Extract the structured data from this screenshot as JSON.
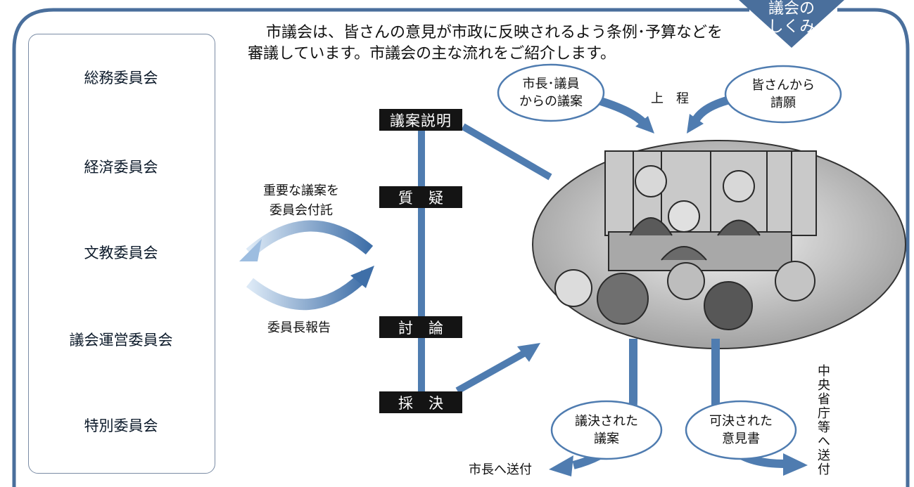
{
  "badge": {
    "line1": "議会の",
    "line2": "しくみ"
  },
  "intro": {
    "line1": "市議会は、皆さんの意見が市政に反映されるよう条例･予算などを",
    "line2": "審議しています。市議会の主な流れをご紹介します。"
  },
  "committees": [
    "総務委員会",
    "経済委員会",
    "文教委員会",
    "議会運営委員会",
    "特別委員会"
  ],
  "steps": {
    "explain": "議案説明",
    "question": "質疑",
    "debate": "討論",
    "vote": "採決"
  },
  "referral_label": {
    "line1": "重要な議案を",
    "line2": "委員会付託"
  },
  "report_label": "委員長報告",
  "inputs": {
    "mayor_bills": {
      "line1": "市長･議員",
      "line2": "からの議案"
    },
    "submission": "上　程",
    "petitions": {
      "line1": "皆さんから",
      "line2": "請願"
    }
  },
  "outputs": {
    "resolved": {
      "line1": "議決された",
      "line2": "議案"
    },
    "opinion": {
      "line1": "可決された",
      "line2": "意見書"
    },
    "to_mayor": "市長へ送付",
    "to_ministries": "中央省庁等へ送付"
  },
  "colors": {
    "frame": "#4a6f9c",
    "pill_light": "#eaf2fb",
    "pill_dark": "#4d7cb4",
    "flow_line": "#4f7cb0",
    "bubble_edge": "#4f7cb0"
  }
}
